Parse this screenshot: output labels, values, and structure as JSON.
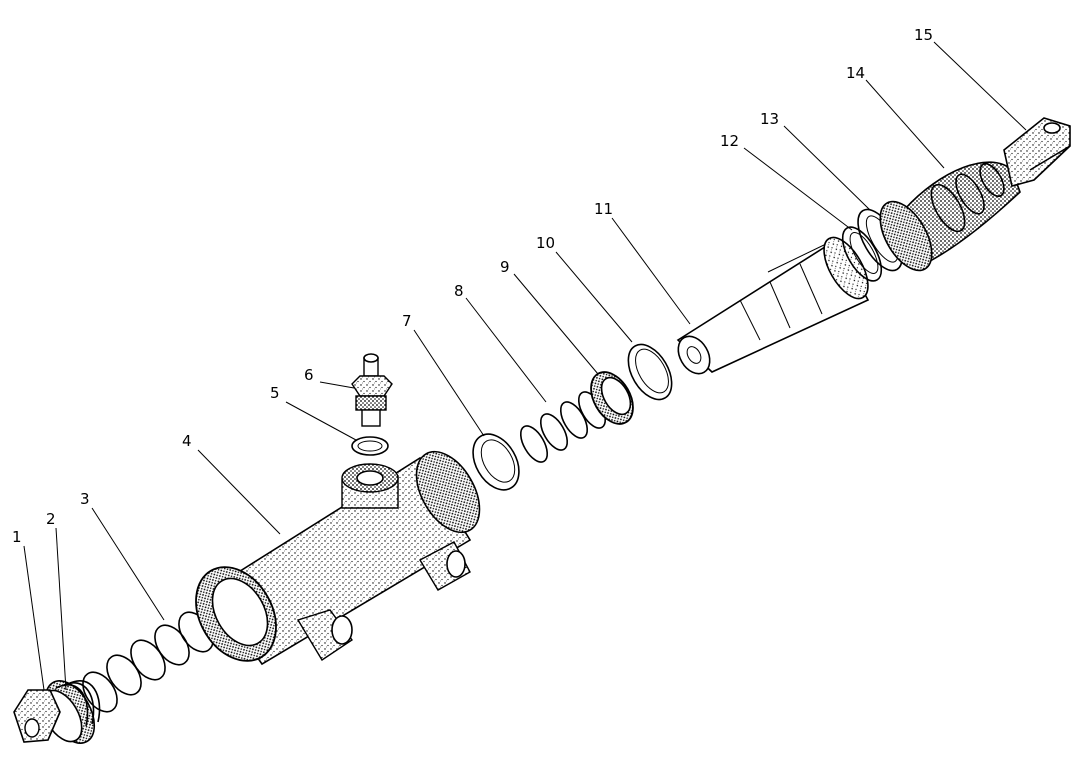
{
  "callouts": [
    {
      "id": 1,
      "label": "1"
    },
    {
      "id": 2,
      "label": "2"
    },
    {
      "id": 3,
      "label": "3"
    },
    {
      "id": 4,
      "label": "4"
    },
    {
      "id": 5,
      "label": "5"
    },
    {
      "id": 6,
      "label": "6"
    },
    {
      "id": 7,
      "label": "7"
    },
    {
      "id": 8,
      "label": "8"
    },
    {
      "id": 9,
      "label": "9"
    },
    {
      "id": 10,
      "label": "10"
    },
    {
      "id": 11,
      "label": "11"
    },
    {
      "id": 12,
      "label": "12"
    },
    {
      "id": 13,
      "label": "13"
    },
    {
      "id": 14,
      "label": "14"
    },
    {
      "id": 15,
      "label": "15"
    }
  ]
}
